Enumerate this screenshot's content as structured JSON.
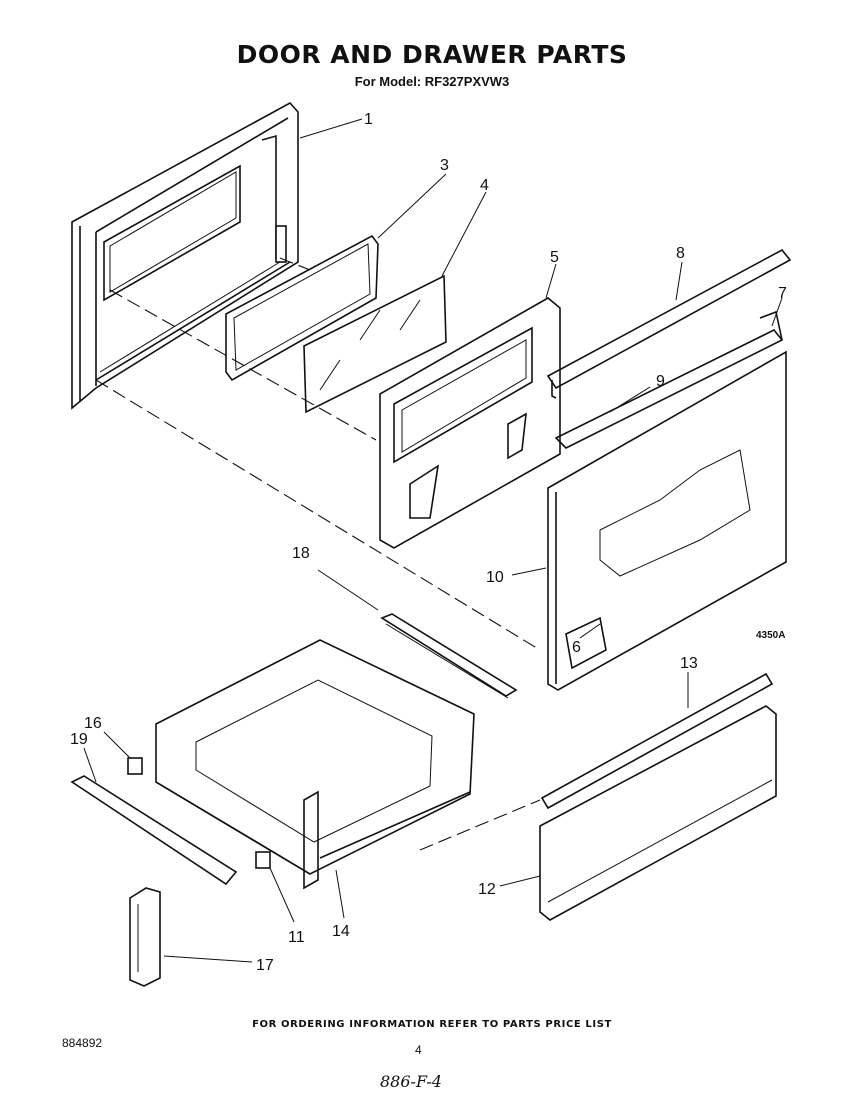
{
  "title": "DOOR AND DRAWER PARTS",
  "subtitle": "For Model: RF327PXVW3",
  "drawing_code": "4350A",
  "footer": {
    "note": "FOR ORDERING INFORMATION REFER TO PARTS PRICE LIST",
    "doc_number": "884892",
    "page_number": "4",
    "handwritten": "886-F-4"
  },
  "part_labels": [
    "1",
    "3",
    "4",
    "5",
    "8",
    "7",
    "9",
    "18",
    "10",
    "6",
    "13",
    "16",
    "19",
    "12",
    "11",
    "14",
    "17"
  ]
}
